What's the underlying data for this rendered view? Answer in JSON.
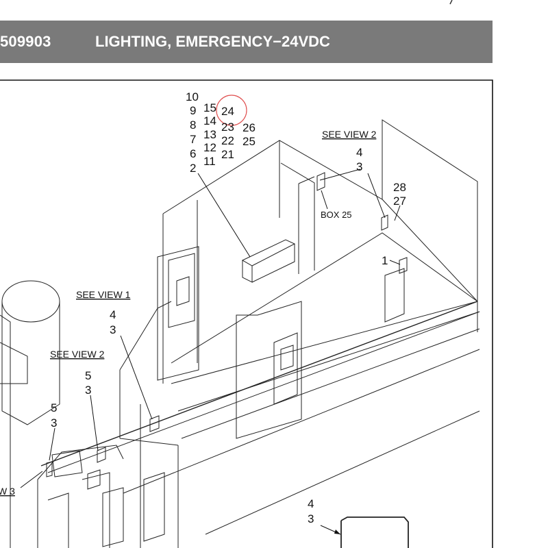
{
  "header": {
    "number": "509903",
    "title": "LIGHTING, EMERGENCY−24VDC"
  },
  "callouts": {
    "top_col1": [
      "10",
      "9",
      "8",
      "7",
      "6",
      "2"
    ],
    "top_col2": [
      "15",
      "14",
      "13",
      "12",
      "11"
    ],
    "top_col3": [
      "24",
      "23",
      "22",
      "21"
    ],
    "top_col4": [
      "26",
      "25"
    ],
    "see_view_2_top": "SEE VIEW 2",
    "view2_top_a": "4",
    "view2_top_b": "3",
    "box25": "BOX 25",
    "right_a": "28",
    "right_b": "27",
    "right_c": "1",
    "see_view_1": "SEE VIEW 1",
    "view1_a": "4",
    "view1_b": "3",
    "see_view_2_left": "SEE VIEW 2",
    "left_a": "5",
    "left_b": "3",
    "left2_a": "5",
    "left2_b": "3",
    "see_view_3": "W 3",
    "bottom_a": "4",
    "bottom_b": "3"
  },
  "colors": {
    "banner": "#7a7a7a",
    "highlight_circle": "#e05050"
  }
}
